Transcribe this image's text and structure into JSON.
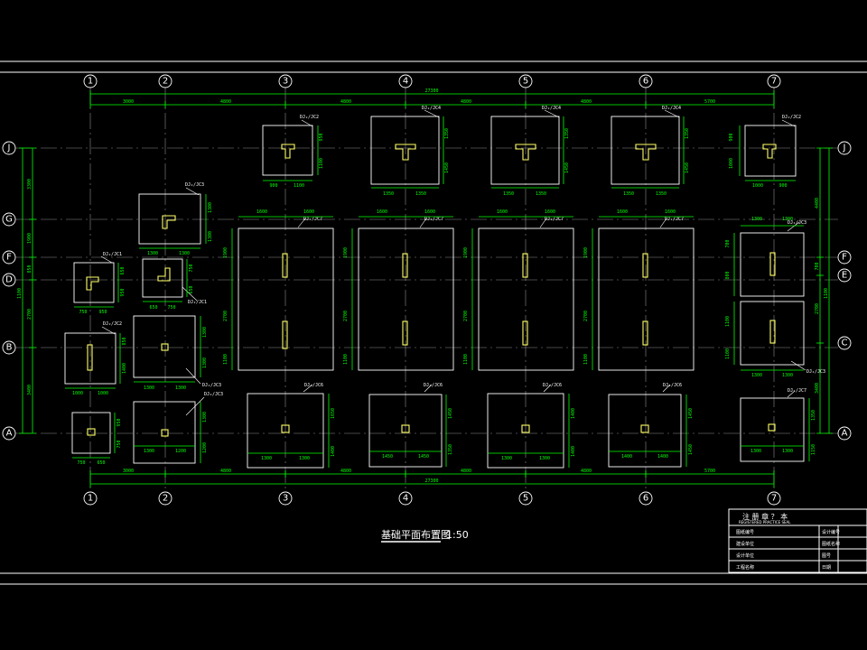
{
  "drawing": {
    "title": "基础平面布置图",
    "scale": "1:50",
    "axes_vertical": [
      "1",
      "2",
      "3",
      "4",
      "5",
      "6",
      "7"
    ],
    "axes_horizontal_left": [
      "J",
      "G",
      "F",
      "D",
      "B",
      "A"
    ],
    "axes_horizontal_right": [
      "J",
      "F",
      "E",
      "C",
      "A"
    ],
    "overall_dimension": "27300",
    "top_dimensions": [
      "3000",
      "4800",
      "4800",
      "4800",
      "4800",
      "5700"
    ],
    "bottom_dimensions": [
      "3000",
      "4800",
      "4800",
      "4800",
      "4800",
      "5700"
    ],
    "left_dimensions": [
      "3300",
      "1900",
      "850",
      "1100",
      "2700",
      "3400"
    ],
    "right_dimensions": [
      "4400",
      "700",
      "1100",
      "2700",
      "3400"
    ],
    "footing_tags": {
      "j2": "DJ₂/JC2",
      "j3": "DJ₂/JC4",
      "j4": "DJ₂/JC4",
      "j5": "DJ₂/JC4",
      "j7": "DJ₂/JC2",
      "g2": "DJ₂/JC3",
      "d1": "DJ₂/JC1",
      "d2": "DJ₂/JC1",
      "b1": "DJ₂/JC2",
      "b2": "DJ₂/JC3",
      "a2": "DJ₂/JC3",
      "big3": "DJ₂/JC7",
      "big4": "DJ₂/JC7",
      "big5": "DJ₂/JC7",
      "big6": "DJ₂/JC7",
      "f7": "DJ₂/JC3",
      "c7": "DJ₂/JC3",
      "a3": "DJ₂/JC6",
      "a4": "DJ₂/JC6",
      "a5": "DJ₂/JC6",
      "a6": "DJ₂/JC6",
      "a7": "DJ₂/JC7"
    },
    "footing_dims": {
      "j2": [
        "900",
        "1100",
        "950",
        "1100"
      ],
      "j3": [
        "1350",
        "1350",
        "1350",
        "1450"
      ],
      "j4": [
        "1350",
        "1350",
        "1350",
        "1450"
      ],
      "j5": [
        "1350",
        "1350",
        "1350",
        "1450"
      ],
      "j7": [
        "1000",
        "900",
        "900",
        "1000"
      ],
      "g2": [
        "1300",
        "1300",
        "1300",
        "1300"
      ],
      "d1": [
        "750",
        "950",
        "650",
        "950"
      ],
      "d2": [
        "650",
        "750",
        "750",
        "650"
      ],
      "b1": [
        "1000",
        "1000",
        "850",
        "1400"
      ],
      "b2": [
        "1300",
        "1300",
        "1300",
        "1300"
      ],
      "a2": [
        "1300",
        "1200",
        "1300",
        "1200"
      ],
      "a1": [
        "750",
        "650",
        "950",
        "750"
      ],
      "big": [
        "1600",
        "1600",
        "1900",
        "2700",
        "1100"
      ],
      "a3": [
        "1300",
        "1300",
        "1650",
        "1400"
      ],
      "a4": [
        "1450",
        "1450",
        "1450",
        "1350"
      ],
      "a5": [
        "1300",
        "1300",
        "1400",
        "1400"
      ],
      "a6": [
        "1400",
        "1400",
        "1450",
        "1450"
      ],
      "a7": [
        "1300",
        "1300",
        "1350",
        "1150"
      ],
      "f7": [
        "1300",
        "1300",
        "700",
        "800"
      ],
      "c7": [
        "1300",
        "1300",
        "1100",
        "1100"
      ]
    }
  },
  "title_block": {
    "header": "注 册 章 ？ 本",
    "subheader": "REGISTERED PRACTICE SEAL",
    "rows": [
      "图纸编号",
      "建设单位",
      "设计单位",
      "工程名称"
    ],
    "right_rows": [
      "设计编号",
      "图纸名称",
      "图号",
      "日期"
    ]
  }
}
